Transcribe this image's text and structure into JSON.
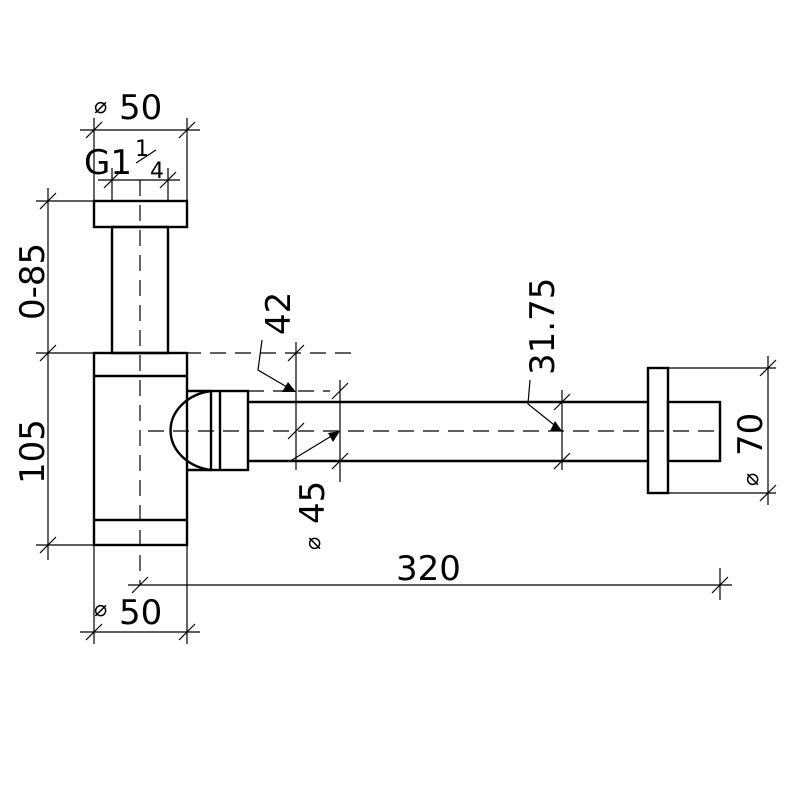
{
  "labels": {
    "top_diameter": "50",
    "thread_g": "G1",
    "thread_num": "1",
    "thread_den": "4",
    "height_range": "0-85",
    "height_body": "105",
    "outlet_42": "42",
    "outlet_45": "45",
    "pipe_3175": "31.75",
    "rosette_70": "70",
    "length_320": "320",
    "bottom_diameter": "50"
  },
  "symbols": {
    "diameter": "⌀"
  }
}
